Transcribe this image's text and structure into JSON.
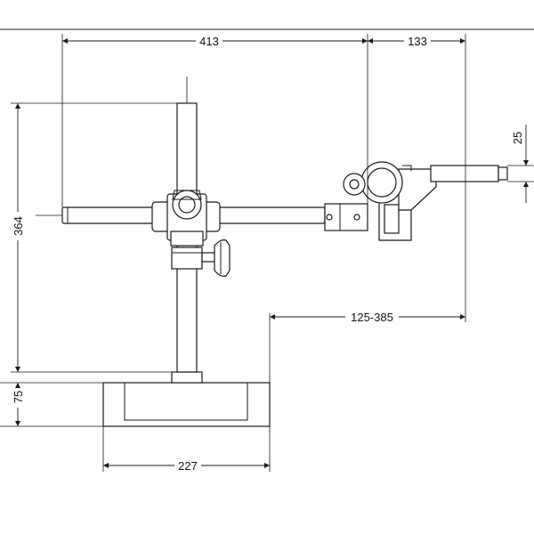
{
  "dimensions": {
    "arm_length": "413",
    "focus_offset": "133",
    "offset_25": "25",
    "post_height": "364",
    "base_height": "75",
    "reach_range": "125-385",
    "base_width": "227"
  }
}
